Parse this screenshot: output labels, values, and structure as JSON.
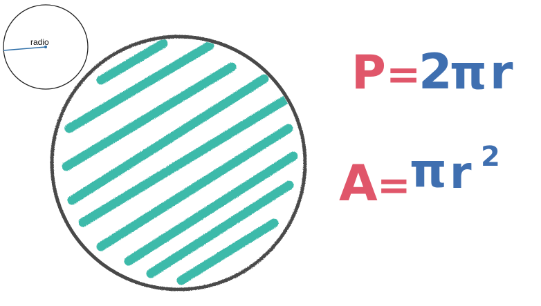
{
  "inset": {
    "label": "radio",
    "stroke_color": "#222222",
    "radius_line_color": "#2f6fa8"
  },
  "main_circle": {
    "stroke_color": "#4a4a4a",
    "hatch_color": "#2bb5a3"
  },
  "formulas": {
    "perimeter": {
      "lhs": "P",
      "eq": "=",
      "coef": "2",
      "pi": "π",
      "var": "r"
    },
    "area": {
      "lhs": "A",
      "eq": "=",
      "pi": "π",
      "var": "r",
      "exp": "2"
    },
    "lhs_color": "#e0566a",
    "rhs_color": "#3f6fb0"
  }
}
